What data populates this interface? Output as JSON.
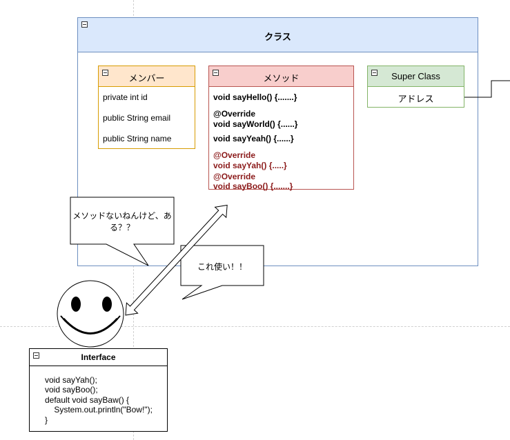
{
  "class_container": {
    "title": "クラス"
  },
  "members": {
    "title": "メンバー",
    "rows": [
      "private int id",
      "public String email",
      "public String name"
    ]
  },
  "methods": {
    "title": "メソッド",
    "rows": [
      "void sayHello() {.......}",
      "@Override",
      "void sayWorld() {......}",
      "void sayYeah() {......}",
      "@Override",
      "void sayYah() {.....}",
      "@Override",
      "void sayBoo() {.......}"
    ]
  },
  "super_class": {
    "title": "Super Class",
    "rows": [
      "アドレス"
    ]
  },
  "bubbles": {
    "question_line1": "メソッドないねんけど、あ",
    "question_line2": "る？？",
    "answer": "これ使い！！"
  },
  "interface": {
    "title": "Interface",
    "code": [
      "void sayYah();",
      "void sayBoo();",
      "default void sayBaw() {",
      "    System.out.println(\"Bow!\");",
      "}"
    ]
  },
  "colors": {
    "class_header_fill": "#dae8fc",
    "class_border": "#6c8ebf",
    "members_fill": "#ffe6cc",
    "members_border": "#d79b00",
    "methods_fill": "#f8cecc",
    "methods_border": "#b85450",
    "super_fill": "#d5e8d4",
    "super_border": "#82b366",
    "override_text": "#8b1a1a"
  }
}
